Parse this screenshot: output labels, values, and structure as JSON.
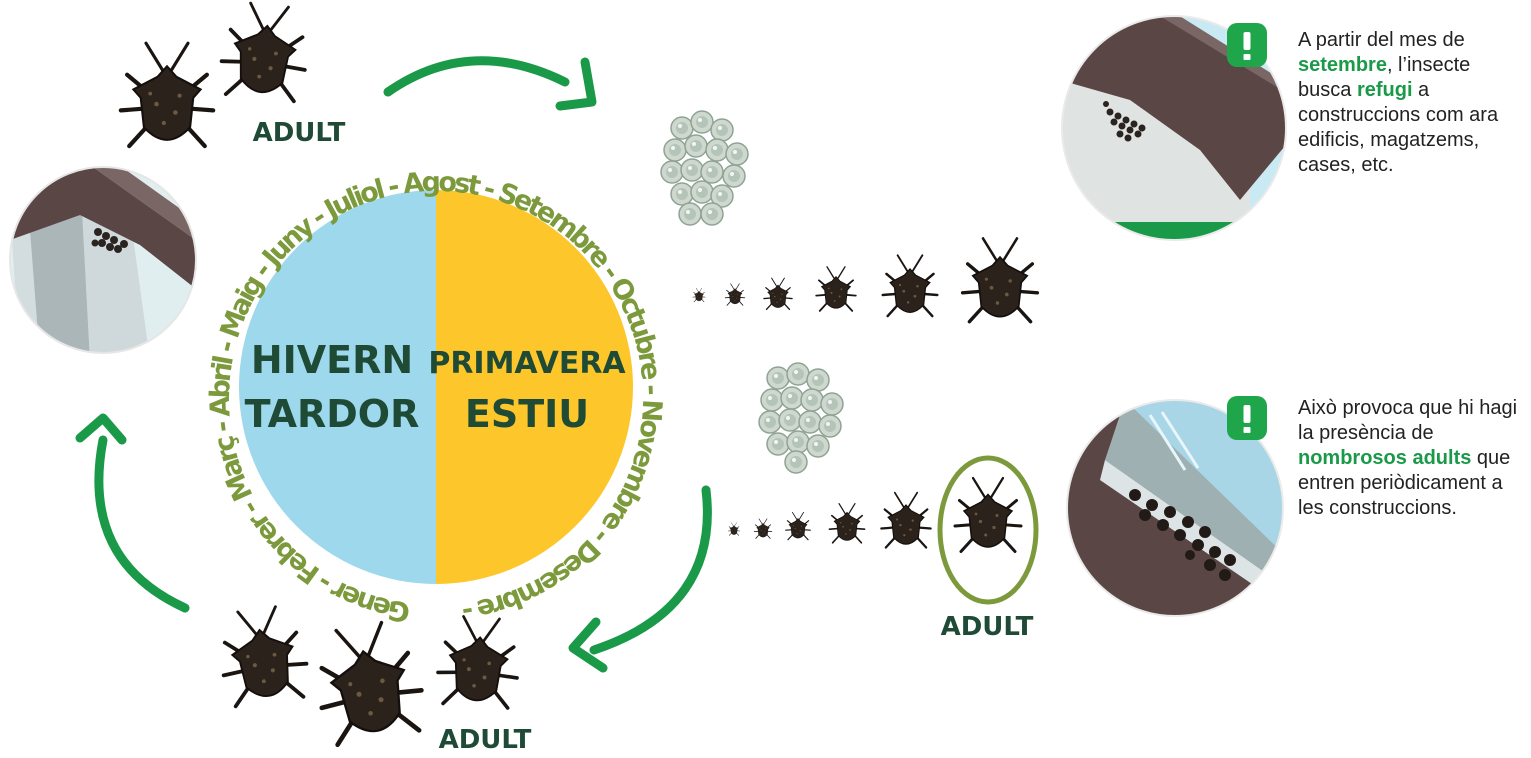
{
  "seasons": {
    "left_top": "HIVERN",
    "left_bottom": "TARDOR",
    "right_top": "PRIMAVERA",
    "right_bottom": "ESTIU",
    "left_color": "#9dd8ec",
    "right_color": "#fdc72b"
  },
  "months_ring": "Gener - Febrer - Març - Abril - Maig - Juny - Juliol - Agost - Setembre - Octubre - Novembre - Desembre -",
  "adult_labels": {
    "top_left": "ADULT",
    "bottom": "ADULT",
    "right": "ADULT"
  },
  "notes": {
    "first": {
      "t1": "A partir del mes de",
      "h1": "setembre",
      "t2": ", l’insecte busca ",
      "h2": "refugi",
      "t3": " a construccions com ara edificis, magatzems, cases, etc."
    },
    "second": {
      "t1": "Això provoca que hi hagi la presència de ",
      "h1": "nombrosos adults",
      "t2": " que entren periòdicament a les construccions."
    }
  },
  "colors": {
    "arrow_green": "#1a9a48",
    "month_text": "#7c9a3c",
    "label_dark_green": "#1e4a36",
    "highlight_green": "#1a9a48",
    "alert_green": "#1fa64b",
    "building_brown": "#5a4645"
  },
  "icons": [
    "warning-icon",
    "stink-bug-icon",
    "egg-cluster-icon",
    "building-corner-icon",
    "window-ledge-icon"
  ]
}
